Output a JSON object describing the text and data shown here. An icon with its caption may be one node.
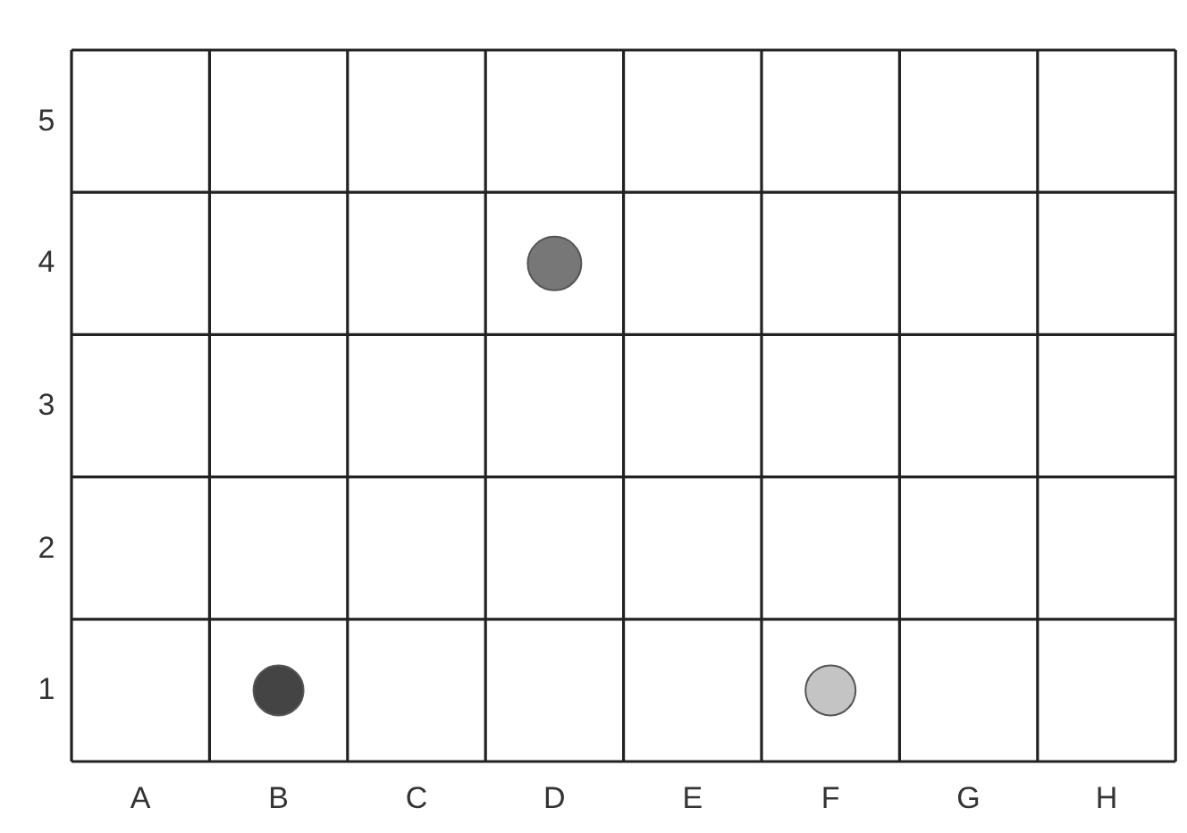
{
  "diagram": {
    "labels": [
      "5",
      "4",
      "3",
      "2",
      "1",
      "A",
      "B",
      "C",
      "D",
      "E",
      "F",
      "G",
      "H"
    ]
  }
}
